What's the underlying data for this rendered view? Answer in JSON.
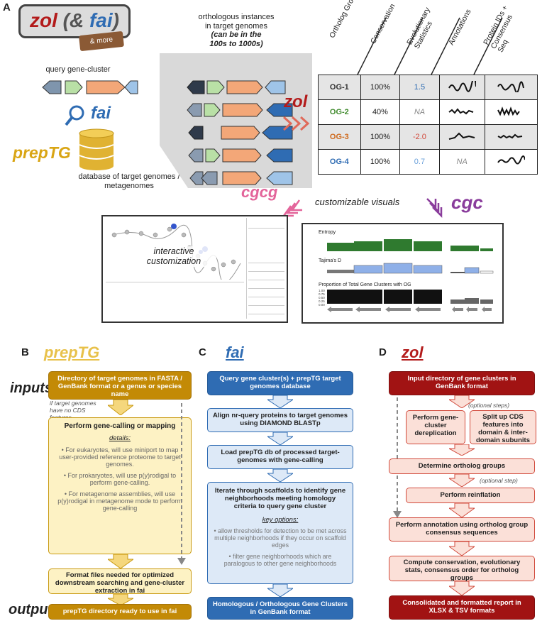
{
  "panel_a": {
    "letter": "A",
    "logo": {
      "zol": "zol",
      "amp": "(&",
      "fai": "fai",
      "close": ")",
      "more": "& more"
    },
    "query_label": "query gene-cluster",
    "fai_label": "fai",
    "preptg_label": "prepTG",
    "db_label": "database of target genomes / metagenomes",
    "orthologous_title_1": "orthologous instances",
    "orthologous_title_2": "in target genomes",
    "orthologous_title_3": "(can be in the",
    "orthologous_title_4": "100s to 1000s)",
    "zol_label": "zol",
    "table_headers": [
      "Ortholog Group ID",
      "Conservation",
      "Evolutionary Statistics",
      "Annotations",
      "Protein IDs + Consensus Seq"
    ],
    "table_rows": [
      {
        "id": "OG-1",
        "cons": "100%",
        "evo": "1.5",
        "ann": "",
        "color": "#333333",
        "evo_color": "#2f6cb3"
      },
      {
        "id": "OG-2",
        "cons": "40%",
        "evo": "NA",
        "ann": "",
        "color": "#3f8a2c",
        "evo_color": "#888888"
      },
      {
        "id": "OG-3",
        "cons": "100%",
        "evo": "-2.0",
        "ann": "",
        "color": "#cf6a1d",
        "evo_color": "#d14a3c"
      },
      {
        "id": "OG-4",
        "cons": "100%",
        "evo": "0.7",
        "ann": "NA",
        "color": "#2f6cb3",
        "evo_color": "#6aa0da"
      }
    ],
    "cgcg_label": "cgcg",
    "customizable": "customizable visuals",
    "cgc_label": "cgc",
    "interactive_1": "interactive",
    "interactive_2": "customization",
    "cgc_tracks": [
      "Entropy",
      "Tajima's D",
      "Proportion of Total Gene Clusters with OG"
    ],
    "cgc_yticks": [
      "1.00",
      "0.75",
      "0.50",
      "0.25",
      "0.00"
    ]
  },
  "panel_b": {
    "letter": "B",
    "title": "prepTG",
    "inputs_label": "inputs",
    "outputs_label": "outputs",
    "input_box": "Directory of target genomes in FASTA / GenBank format or a genus or species name",
    "side_note": "if target genomes have no CDS features",
    "gene_calling_title": "Perform gene-calling or mapping",
    "details_label": "details:",
    "detail_1": "For eukaryotes, will use miniport to map user-provided reference proteome to target genomes.",
    "detail_2": "For prokaryotes, will use p(y)rodigal to perform gene-calling.",
    "detail_3": "For metagenome assemblies, will use p(y)rodigal in metagenome mode to perform gene-calling",
    "format_box": "Format files needed for optimized downstream searching and gene-cluster extraction in fai",
    "output_box": "prepTG directory ready to use in fai"
  },
  "panel_c": {
    "letter": "C",
    "title": "fai",
    "box1": "Query gene cluster(s) + prepTG target genomes database",
    "box2": "Align nr-query proteins to target genomes using DIAMOND BLASTp",
    "box3": "Load prepTG db of processed target-genomes with gene-calling",
    "box4": "Iterate through scaffolds to identify gene neighborhoods meeting homology criteria to query gene cluster",
    "key_options": "key options:",
    "opt1": "allow thresholds for detection to be met across multiple neighborhoods if they occur on scaffold edges",
    "opt2": "filter gene neighborhoods which are paralogous to other gene neighborhoods",
    "box5": "Homologous / Orthologous Gene Clusters in GenBank format"
  },
  "panel_d": {
    "letter": "D",
    "title": "zol",
    "box1": "Input directory of gene clusters in GenBank format",
    "optional_steps": "(optional steps)",
    "box_derep": "Perform gene-cluster dereplication",
    "box_split": "Split up CDS features into domain & inter-domain subunits",
    "box_ortho": "Determine ortholog groups",
    "optional_step": "(optional step)",
    "box_reinf": "Perform reinflation",
    "box_annot": "Perform annotation using ortholog group consensus sequences",
    "box_compute": "Compute conservation, evolutionary stats, consensus order for ortholog groups",
    "box_report": "Consolidated and formatted report in XLSX & TSV formats"
  }
}
